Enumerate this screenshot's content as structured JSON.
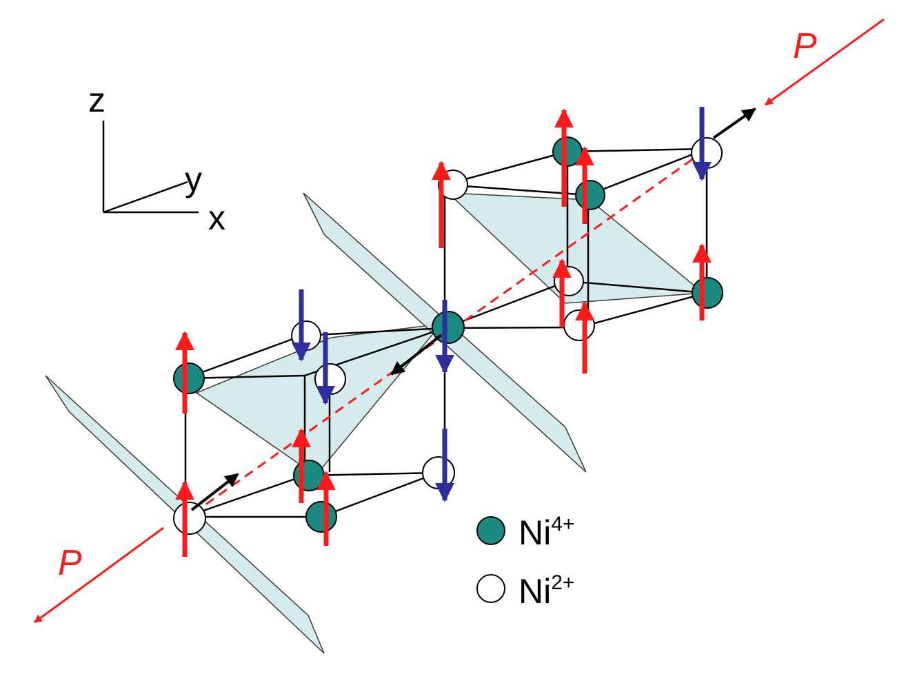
{
  "axes": {
    "z": "z",
    "y": "y",
    "x": "x"
  },
  "polarization_label": "P",
  "legend": [
    {
      "symbol": "filled-teal-circle",
      "base": "Ni",
      "sup": "4+",
      "color": "#1a8a80"
    },
    {
      "symbol": "open-white-circle",
      "base": "Ni",
      "sup": "2+",
      "color": "#ffffff"
    }
  ],
  "colors": {
    "ni4": "#1a8a80",
    "ni2": "#ffffff",
    "spin_up": "#ff1a1a",
    "spin_down": "#2e2e9e",
    "polarization": "#ff1a1a",
    "plane": "#cfe8ea",
    "bond": "#000000"
  }
}
